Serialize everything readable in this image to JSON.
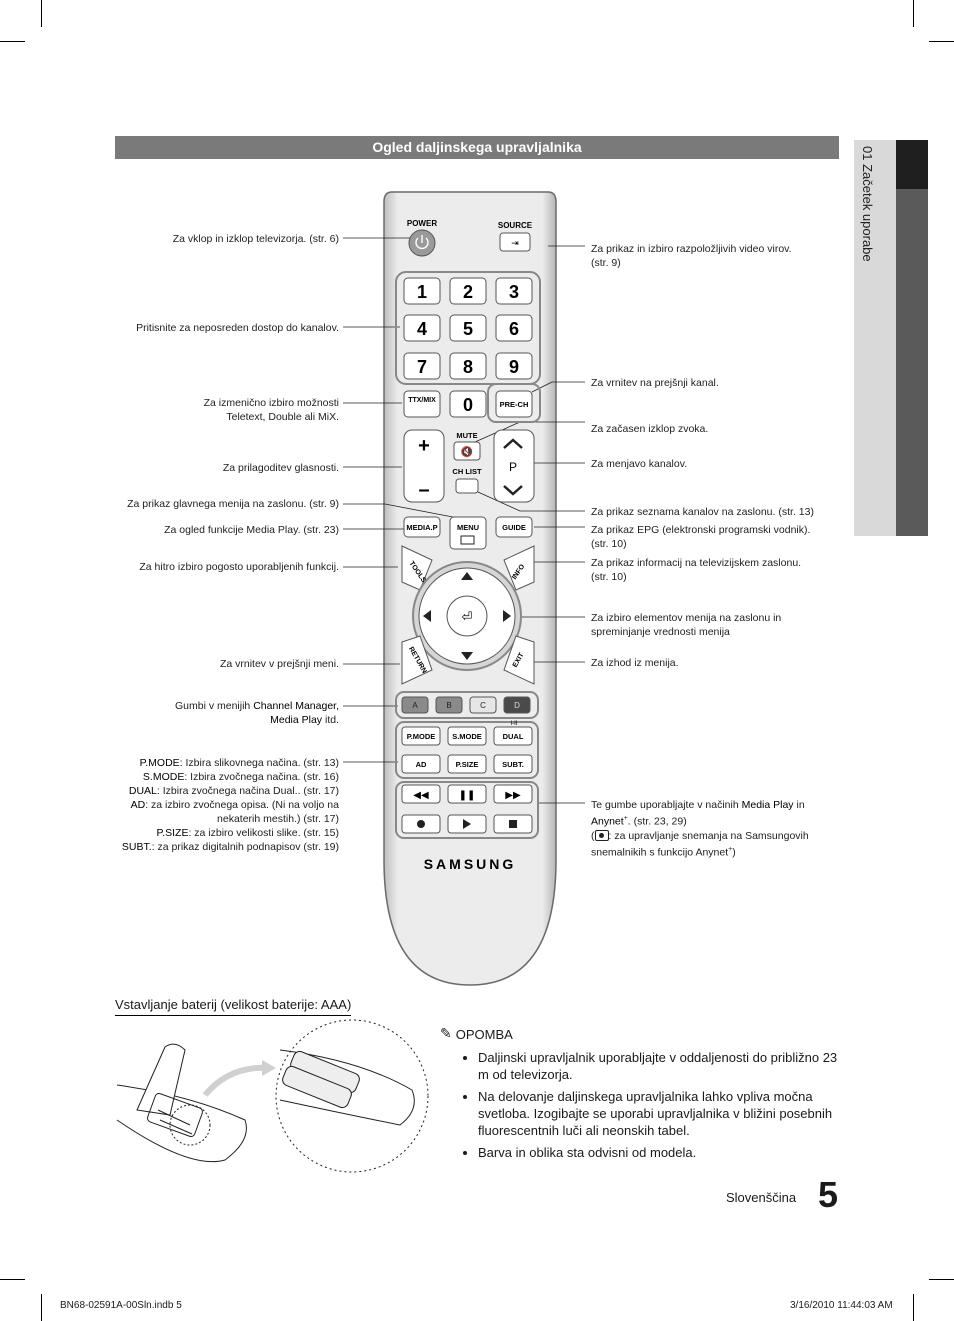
{
  "section_title": "Ogled daljinskega upravljalnika",
  "side_tab": "01  Začetek uporabe",
  "remote": {
    "power": "POWER",
    "source": "SOURCE",
    "digits": [
      "1",
      "2",
      "3",
      "4",
      "5",
      "6",
      "7",
      "8",
      "9",
      "0"
    ],
    "ttx": "TTX/MIX",
    "prech": "PRE-CH",
    "mute": "MUTE",
    "p": "P",
    "chlist": "CH LIST",
    "mediap": "MEDIA.P",
    "menu": "MENU",
    "guide": "GUIDE",
    "tools": "TOOLS",
    "info": "INFO",
    "return": "RETURN",
    "exit": "EXIT",
    "colors": [
      "A",
      "B",
      "C",
      "D"
    ],
    "color_values": [
      "#8a8a8a",
      "#8a8a8a",
      "#e6e6e6",
      "#4a4a4a"
    ],
    "row1": [
      "P.MODE",
      "S.MODE",
      "DUAL"
    ],
    "row2": [
      "AD",
      "P.SIZE",
      "SUBT."
    ],
    "dual_mark": "I-II",
    "brand": "SAMSUNG"
  },
  "labels_left": [
    "Za vklop in izklop televizorja. (str. 6)",
    "Pritisnite za neposreden dostop do kanalov.",
    "Za izmenično izbiro možnosti",
    "Teletext, Double ali MiX.",
    "Za prilagoditev glasnosti.",
    "Za prikaz glavnega menija na zaslonu. (str. 9)",
    "Za ogled funkcije Media Play. (str. 23)",
    "Za hitro izbiro pogosto uporabljenih funkcij.",
    "Za vrnitev v prejšnji meni.",
    "Gumbi v menijih ",
    "Channel Manager,",
    "Media Play",
    " itd."
  ],
  "labels_modes": [
    {
      "k": "P.MODE",
      "t": ": Izbira slikovnega načina. (str. 13)"
    },
    {
      "k": "S.MODE",
      "t": ": Izbira zvočnega načina. (str. 16)"
    },
    {
      "k": "DUAL",
      "t": ": Izbira zvočnega načina Dual.. (str. 17)"
    },
    {
      "k": "AD",
      "t": ": za izbiro zvočnega opisa. (Ni na voljo na"
    },
    {
      "k": "",
      "t": "nekaterih mestih.) (str. 17)"
    },
    {
      "k": "P.SIZE",
      "t": ": za izbiro velikosti slike. (str. 15)"
    },
    {
      "k": "SUBT.",
      "t": ": za prikaz digitalnih podnapisov (str. 19)"
    }
  ],
  "labels_right": [
    "Za prikaz in izbiro razpoložljivih video virov.",
    "(str. 9)",
    "Za vrnitev na prejšnji kanal.",
    "Za začasen izklop zvoka.",
    "Za menjavo kanalov.",
    "Za prikaz seznama kanalov na zaslonu. (str. 13)",
    "Za prikaz EPG (elektronski programski vodnik).",
    "(str. 10)",
    "Za prikaz informacij na televizijskem zaslonu.",
    "(str. 10)",
    "Za izbiro elementov menija na zaslonu in",
    "spreminjanje vrednosti menija",
    "Za izhod iz menija."
  ],
  "media_note": {
    "l1a": "Te gumbe uporabljajte v načinih ",
    "l1b": "Media Play",
    "l1c": " in",
    "l2a": "Anynet",
    "l2b": ". (str. 23, 29)",
    "l3": ": za upravljanje snemanja na Samsungovih",
    "l4": "snemalnikih s funkcijo Anynet"
  },
  "battery_title": "Vstavljanje baterij (velikost baterije: AAA)",
  "note": {
    "title": "OPOMBA",
    "items": [
      "Daljinski upravljalnik uporabljajte v oddaljenosti do približno 23 m od televizorja.",
      "Na delovanje daljinskega upravljalnika lahko vpliva močna svetloba. Izogibajte se uporabi upravljalnika v bližini posebnih fluorescentnih luči ali neonskih tabel.",
      "Barva in oblika sta odvisni od modela."
    ]
  },
  "footer": {
    "lang": "Slovenščina",
    "page": "5",
    "file": "BN68-02591A-00Sln.indb   5",
    "date": "3/16/2010   11:44:03 AM"
  }
}
